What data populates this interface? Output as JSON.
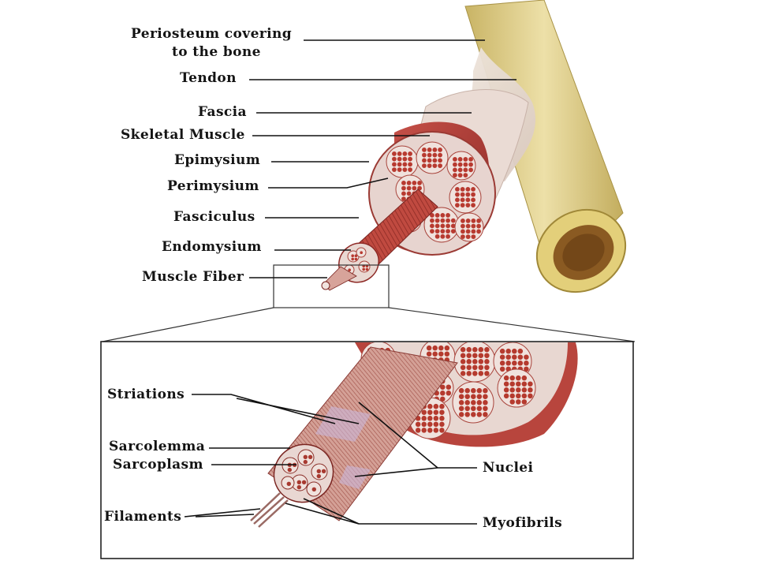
{
  "labels": {
    "periosteum_line1": "Periosteum covering",
    "periosteum_line2": "to the bone",
    "tendon": "Tendon",
    "fascia": "Fascia",
    "skeletal_muscle": "Skeletal Muscle",
    "epimysium": "Epimysium",
    "perimysium": "Perimysium",
    "fasciculus": "Fasciculus",
    "endomysium": "Endomysium",
    "muscle_fiber": "Muscle Fiber",
    "striations": "Striations",
    "sarcolemma": "Sarcolemma",
    "sarcoplasm": "Sarcoplasm",
    "filaments": "Filaments",
    "nuclei": "Nuclei",
    "myofibrils": "Myofibrils"
  },
  "colors": {
    "bone": "#e6d79a",
    "bone_shadow": "#c8b46a",
    "marrow": "#8a5a22",
    "muscle": "#b3403a",
    "muscle_dark": "#8e2a26",
    "fiber_bundle": "#c44a3a",
    "connective": "#e8d9d4",
    "text": "#141414"
  }
}
